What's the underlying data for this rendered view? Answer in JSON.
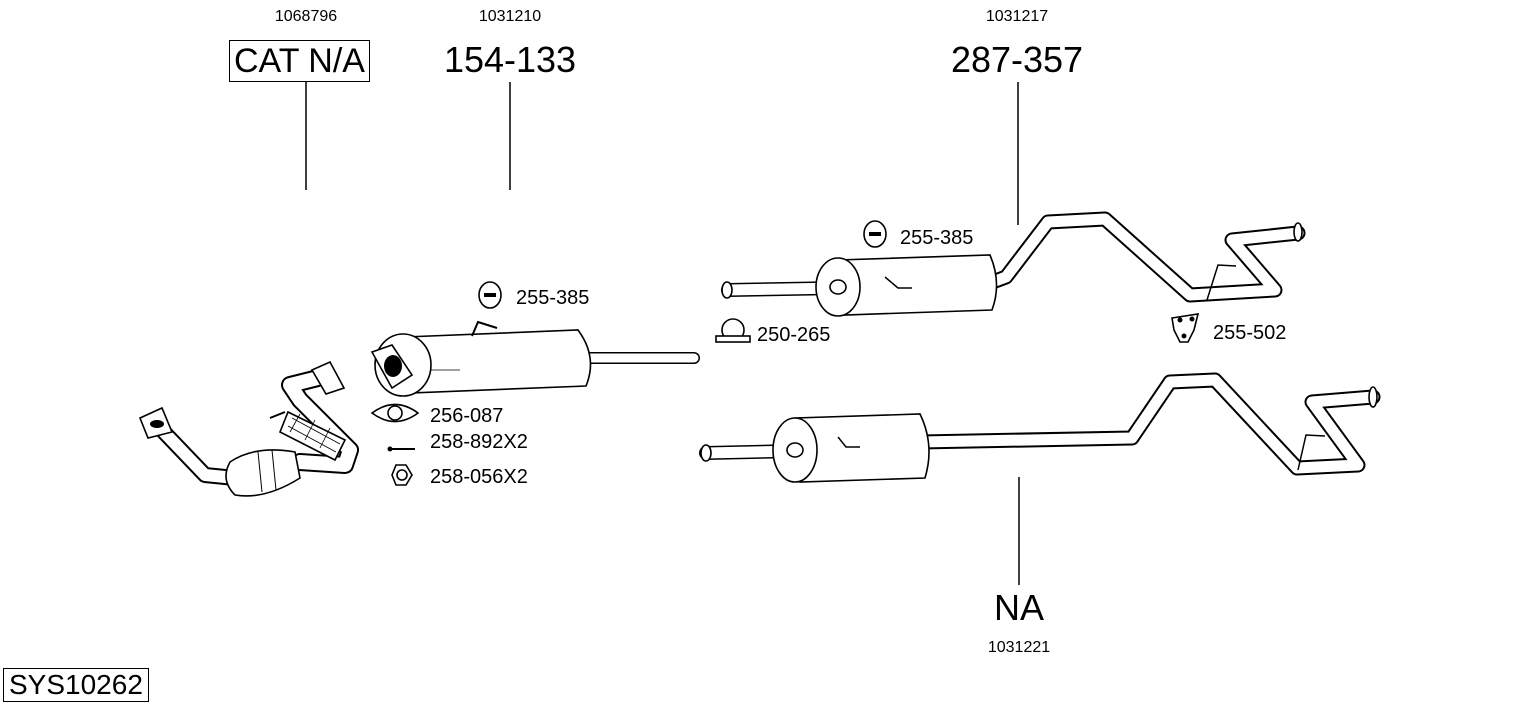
{
  "diagram": {
    "system_id": "SYS10262",
    "parts": {
      "catalyst": {
        "ref": "1068796",
        "code": "CAT N/A"
      },
      "front_muffler": {
        "ref": "1031210",
        "code": "154-133"
      },
      "rear_muffler_a": {
        "ref": "1031217",
        "code": "287-357"
      },
      "rear_muffler_b": {
        "ref": "1031221",
        "code": "NA"
      }
    },
    "accessories": {
      "hanger_front": "255-385",
      "gasket": "256-087",
      "bolt": "258-892X2",
      "nut": "258-056X2",
      "hanger_rear": "255-385",
      "clamp": "250-265",
      "bracket": "255-502"
    }
  }
}
